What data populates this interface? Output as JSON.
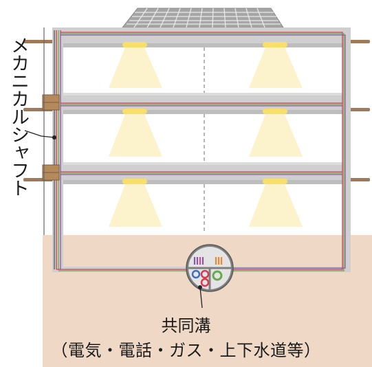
{
  "labels": {
    "mechanical_shaft": "メカニカルシャフト",
    "common_trench": "共同溝",
    "common_trench_contents": "（電気・電話・ガス・上下水道等）"
  },
  "colors": {
    "ground": "#efd8c5",
    "building_frame": "#cfcfcf",
    "beam_shadow": "#bdbdbd",
    "room_interior": "#ffffff",
    "ceiling_light": "#f7df6a",
    "light_glow": "#fbf0c2",
    "shaft_box": "#b58a5a",
    "solar_panel": "#9a9a9a",
    "conduit_red": "#d83a50",
    "conduit_green": "#6aa84f",
    "conduit_purple": "#8a5aa0",
    "conduit_dark": "#555555",
    "outrigger": "#a07a58"
  },
  "icons": {
    "trench_icon": "common-trench-cross-section-icon",
    "solar_panel": "solar-panel-icon",
    "ceiling_lamp": "ceiling-lamp-icon"
  }
}
